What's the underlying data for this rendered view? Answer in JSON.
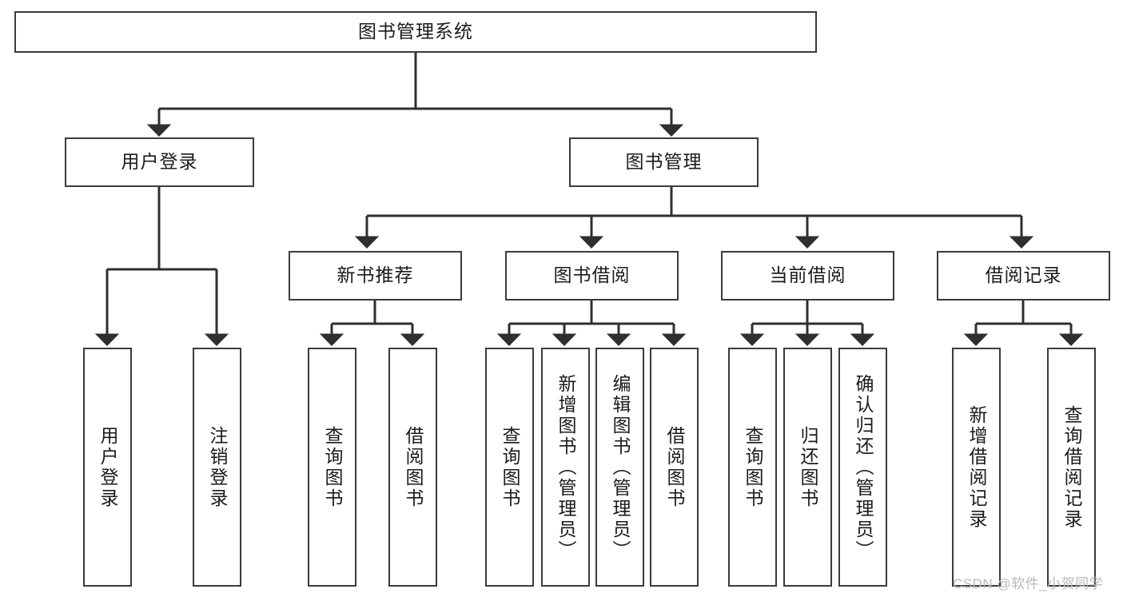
{
  "diagram": {
    "type": "tree-hierarchy",
    "title": "图书管理系统",
    "orientation": "top-down",
    "levels": 3,
    "nodes": {
      "root": {
        "label": "图书管理系统",
        "level": 0
      },
      "l1": [
        {
          "id": "user-login",
          "label": "用户登录",
          "level": 1
        },
        {
          "id": "book-manage",
          "label": "图书管理",
          "level": 1
        }
      ],
      "l2": [
        {
          "id": "new-book-recommend",
          "label": "新书推荐",
          "level": 2,
          "parent": "book-manage"
        },
        {
          "id": "book-borrow",
          "label": "图书借阅",
          "level": 2,
          "parent": "book-manage"
        },
        {
          "id": "current-borrow",
          "label": "当前借阅",
          "level": 2,
          "parent": "book-manage"
        },
        {
          "id": "borrow-record",
          "label": "借阅记录",
          "level": 2,
          "parent": "book-manage"
        }
      ],
      "leaves": [
        {
          "id": "leaf-user-login",
          "label": "用户登录",
          "parent": "user-login"
        },
        {
          "id": "leaf-logout",
          "label": "注销登录",
          "parent": "user-login"
        },
        {
          "id": "leaf-query-book-1",
          "label": "查询图书",
          "parent": "new-book-recommend"
        },
        {
          "id": "leaf-borrow-book-1",
          "label": "借阅图书",
          "parent": "new-book-recommend"
        },
        {
          "id": "leaf-query-book-2",
          "label": "查询图书",
          "parent": "book-borrow"
        },
        {
          "id": "leaf-add-book",
          "label": "新增图书（管理员）",
          "parent": "book-borrow"
        },
        {
          "id": "leaf-edit-book",
          "label": "编辑图书（管理员）",
          "parent": "book-borrow"
        },
        {
          "id": "leaf-borrow-book-2",
          "label": "借阅图书",
          "parent": "book-borrow"
        },
        {
          "id": "leaf-query-book-3",
          "label": "查询图书",
          "parent": "current-borrow"
        },
        {
          "id": "leaf-return-book",
          "label": "归还图书",
          "parent": "current-borrow"
        },
        {
          "id": "leaf-confirm-return",
          "label": "确认归还（管理员）",
          "parent": "current-borrow"
        },
        {
          "id": "leaf-add-record",
          "label": "新增借阅记录",
          "parent": "borrow-record"
        },
        {
          "id": "leaf-query-record",
          "label": "查询借阅记录",
          "parent": "borrow-record"
        }
      ]
    },
    "colors": {
      "node_border": "#3b3b3b",
      "node_fill": "#ffffff",
      "edge": "#2f2f2f",
      "text": "#1b1b1b",
      "watermark": "#b9b9b9",
      "background": "#ffffff"
    }
  },
  "watermark": {
    "text": "CSDN @软件_小贺同学"
  }
}
